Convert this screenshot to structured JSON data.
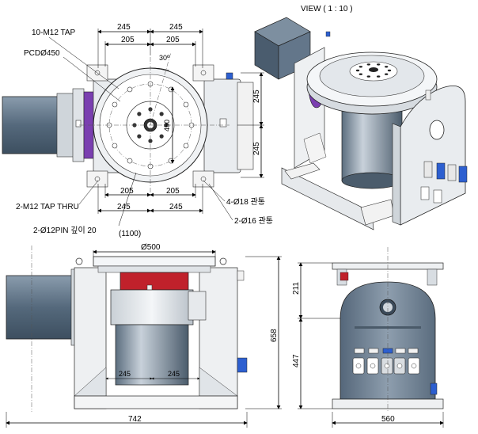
{
  "view_label": "VIEW ( 1 : 10 )",
  "top_view": {
    "callouts": {
      "tap": "10-M12 TAP",
      "pcd": "PCDØ450",
      "tap_thru": "2-M12 TAP THRU",
      "pin": "2-Ø12PIN 깊이 20",
      "hole18": "4-Ø18 관통",
      "hole16": "2-Ø16 관통"
    },
    "dims": {
      "top_245_left": "245",
      "top_245_right": "245",
      "top_205_left": "205",
      "top_205_right": "205",
      "angle": "30º",
      "right_245_top": "245",
      "right_245_bottom": "245",
      "center_450": "450",
      "bot_205_left": "205",
      "bot_205_right": "205",
      "bot_245_left": "245",
      "bot_245_right": "245",
      "overall": "(1100)"
    }
  },
  "front_view": {
    "dims": {
      "diameter": "Ø500",
      "height": "658",
      "width": "742",
      "inner_left": "245",
      "inner_right": "245"
    }
  },
  "side_view": {
    "dims": {
      "top": "211",
      "bottom": "447",
      "width": "560"
    }
  },
  "colors": {
    "motor": "#5d7185",
    "flange": "#7a3fb0",
    "red_ring": "#c0212b",
    "steel": "#e9ecef",
    "body_dark": "#6e7f8e",
    "connector_blue": "#2d5fd0"
  }
}
